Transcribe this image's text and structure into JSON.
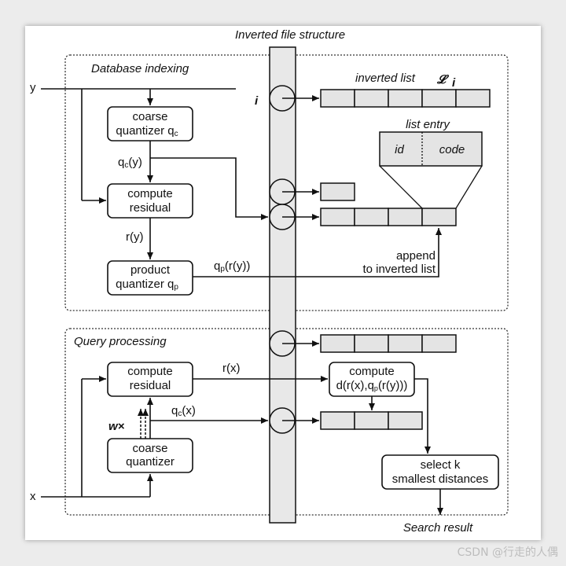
{
  "title": "Inverted file structure",
  "sections": {
    "indexing": "Database indexing",
    "query": "Query processing"
  },
  "inputs": {
    "y": "y",
    "x": "x"
  },
  "index": {
    "i": "i",
    "list_label": "inverted list",
    "list_symbol": "𝓛",
    "list_subscript": "i"
  },
  "entry": {
    "label": "list entry",
    "id": "id",
    "code": "code"
  },
  "boxes": {
    "coarse_quantizer_db": [
      "coarse",
      "quantizer q"
    ],
    "coarse_quantizer_db_sub": "c",
    "compute_residual_db": [
      "compute",
      "residual"
    ],
    "product_quantizer": [
      "product",
      "quantizer q"
    ],
    "product_quantizer_sub": "p",
    "compute_residual_q": [
      "compute",
      "residual"
    ],
    "coarse_quantizer_q": [
      "coarse",
      "quantizer"
    ],
    "compute_distance": [
      "compute",
      "d(r(x),q"
    ],
    "compute_distance_sub": "p",
    "compute_distance_tail": "(r(y)))",
    "select_k": [
      "select k",
      "smallest distances"
    ]
  },
  "edges": {
    "qc_y": "q",
    "qc_y_sub": "c",
    "qc_y_tail": "(y)",
    "r_y": "r(y)",
    "qp_ry": "q",
    "qp_ry_sub": "p",
    "qp_ry_tail": "(r(y))",
    "append": [
      "append",
      "to inverted list"
    ],
    "r_x": "r(x)",
    "qc_x": "q",
    "qc_x_sub": "c",
    "qc_x_tail": "(x)",
    "w_times": "w×"
  },
  "output": "Search result",
  "watermark": "CSDN @行走的人偶",
  "colors": {
    "cell": "#e4e4e4",
    "column": "#e8e8e8",
    "stroke": "#111111"
  }
}
